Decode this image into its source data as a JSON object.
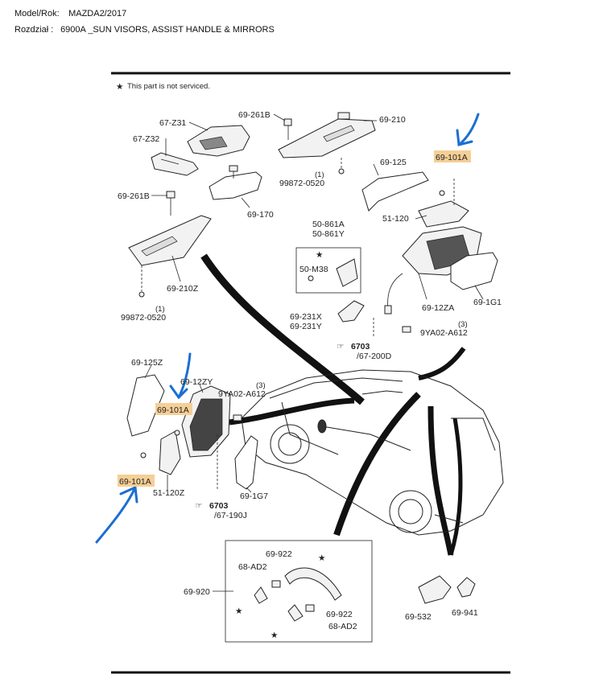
{
  "header": {
    "model_label": "Model/Rok:",
    "model_value": "MAZDA2/2017",
    "section_label": "Rozdział :",
    "section_value": "6900A _SUN VISORS, ASSIST HANDLE & MIRRORS"
  },
  "legend": {
    "star": "★",
    "note": "This part is not serviced."
  },
  "parts": {
    "p_67Z31": "67-Z31",
    "p_67Z32": "67-Z32",
    "p_69261B_top": "69-261B",
    "p_69210": "69-210",
    "p_69261B_left": "69-261B",
    "p_69170": "69-170",
    "p_99872_top_qty": "(1)",
    "p_99872_top": "99872-0520",
    "p_69210Z": "69-210Z",
    "p_99872_bot_qty": "(1)",
    "p_99872_bot": "99872-0520",
    "p_69101A_top": "69-101A",
    "p_69125": "69-125",
    "p_51120": "51-120",
    "p_50861A": "50-861A",
    "p_50861Y": "50-861Y",
    "p_50M38": "50-M38",
    "p_69231X": "69-231X",
    "p_69231Y": "69-231Y",
    "p_69G1": "69-1G1",
    "p_6912ZA": "69-12ZA",
    "p_9YA02_right_qty": "(3)",
    "p_9YA02_right": "9YA02-A612",
    "ref_right_code": "6703",
    "ref_right_page": "/67-200D",
    "p_69125Z": "69-125Z",
    "p_6912ZY": "69-12ZY",
    "p_9YA02_left_qty": "(3)",
    "p_9YA02_left": "9YA02-A612",
    "p_69101A_mid": "69-101A",
    "p_69101A_low": "69-101A",
    "p_51120Z": "51-120Z",
    "p_69G7": "69-1G7",
    "ref_left_code": "6703",
    "ref_left_page": "/67-190J",
    "p_69922_top": "69-922",
    "p_68AD2_top": "68-AD2",
    "p_69920": "69-920",
    "p_69922_bot": "69-922",
    "p_68AD2_bot": "68-AD2",
    "p_69532": "69-532",
    "p_69941": "69-941"
  },
  "colors": {
    "highlight": "#f5cf96",
    "annotation_arrow": "#1a6fd1",
    "line": "#111111"
  }
}
